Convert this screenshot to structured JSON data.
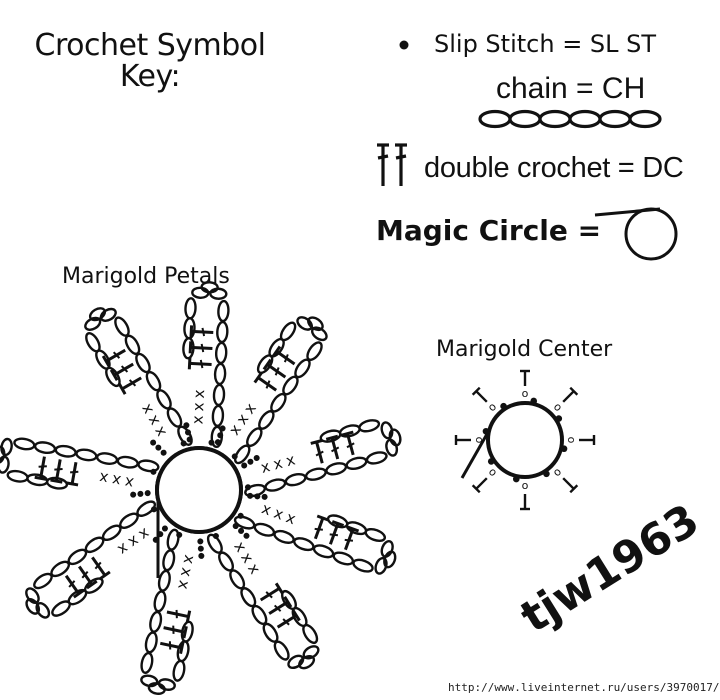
{
  "key": {
    "title": "Crochet Symbol Key:",
    "slip_stitch_label": "Slip Stitch = SL ST",
    "chain_label": "chain = CH",
    "double_crochet_label": "double crochet = DC",
    "magic_circle_label": "Magic Circle ="
  },
  "diagrams": {
    "petals_title": "Marigold Petals",
    "center_title": "Marigold Center",
    "petal_count": 9,
    "center_dc_count": 8
  },
  "stitch_glyphs": {
    "single_crochet": "x",
    "double_crochet": "T",
    "center_stitch": "o"
  },
  "signature": "tjw1963",
  "watermark_url": "http://www.liveinternet.ru/users/3970017/"
}
